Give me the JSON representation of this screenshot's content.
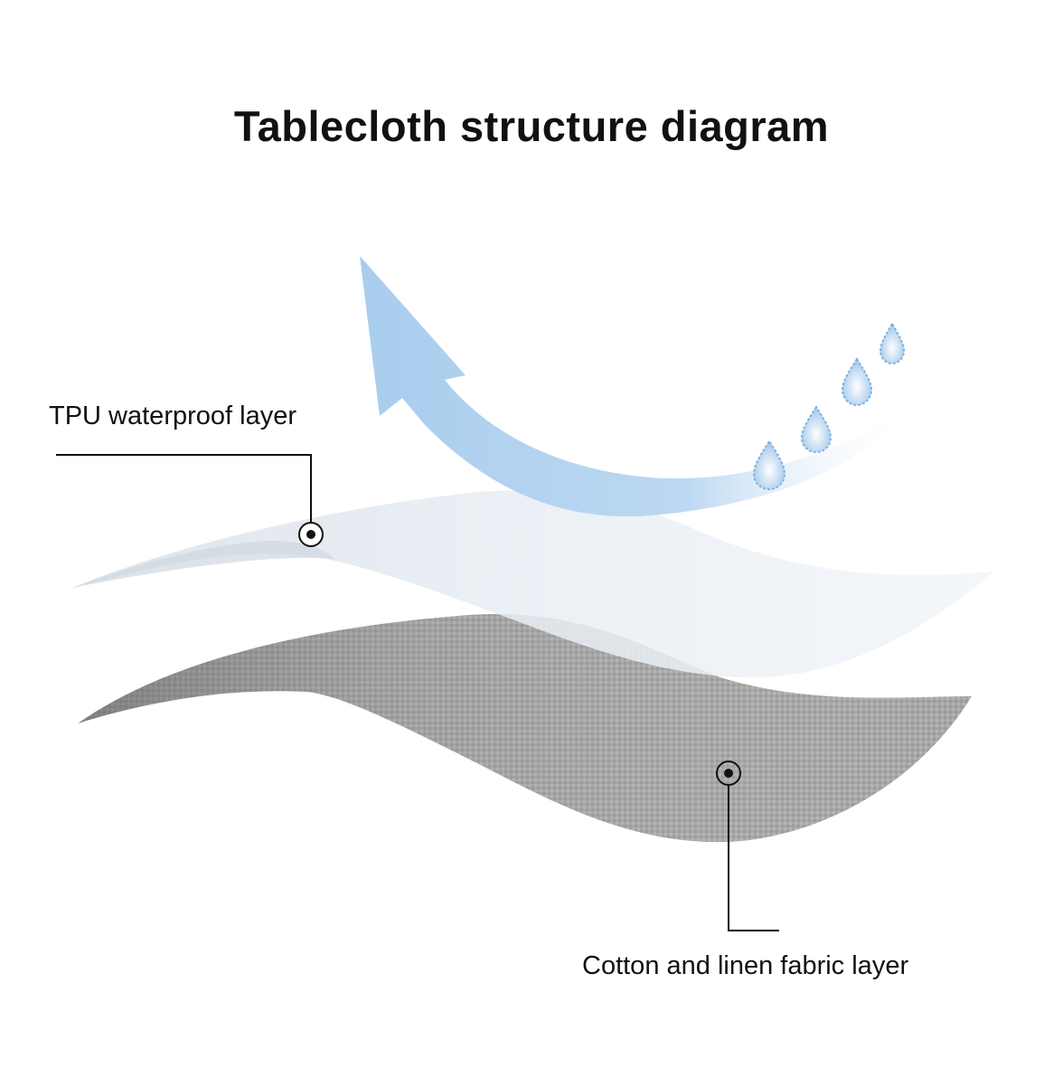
{
  "title": "Tablecloth structure diagram",
  "layers": [
    {
      "label": "TPU waterproof layer",
      "color": "#e4ebf2"
    },
    {
      "label": "Cotton and linen fabric layer",
      "color": "#a9a9a9"
    }
  ],
  "arrow": {
    "icon": "curved-arrow-up-icon",
    "color": "#a9cdee"
  },
  "droplets": {
    "icon": "water-drop-icon",
    "color": "#7fb2e0"
  }
}
